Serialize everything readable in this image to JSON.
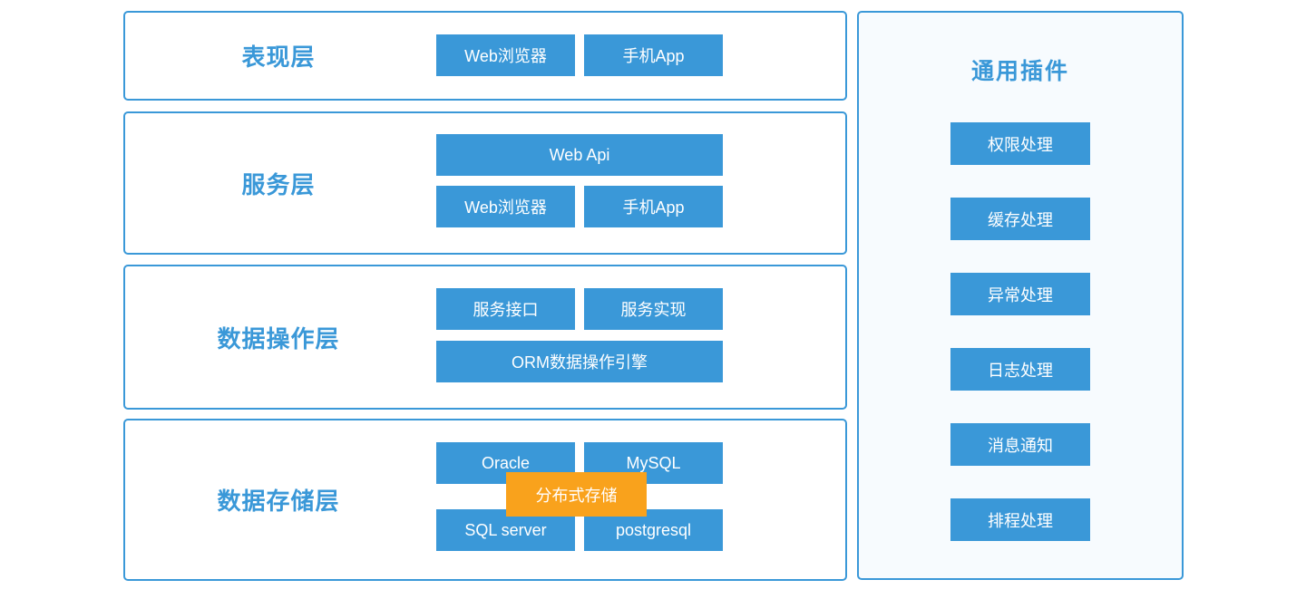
{
  "layers": [
    {
      "label": "表现层",
      "rows": [
        [
          "Web浏览器",
          "手机App"
        ]
      ]
    },
    {
      "label": "服务层",
      "rows": [
        [
          "Web Api"
        ],
        [
          "Web浏览器",
          "手机App"
        ]
      ]
    },
    {
      "label": "数据操作层",
      "rows": [
        [
          "服务接口",
          "服务实现"
        ],
        [
          "ORM数据操作引擎"
        ]
      ]
    },
    {
      "label": "数据存储层",
      "rows": [
        [
          "Oracle",
          "MySQL"
        ],
        [
          "SQL server",
          "postgresql"
        ]
      ],
      "overlay": "分布式存储"
    }
  ],
  "plugins": {
    "title": "通用插件",
    "items": [
      "权限处理",
      "缓存处理",
      "异常处理",
      "日志处理",
      "消息通知",
      "排程处理"
    ]
  },
  "colors": {
    "primary_blue": "#3a98d8",
    "accent_orange": "#f9a21c",
    "panel_background": "#f7fbfe",
    "box_background": "#ffffff",
    "node_text": "#ffffff"
  }
}
